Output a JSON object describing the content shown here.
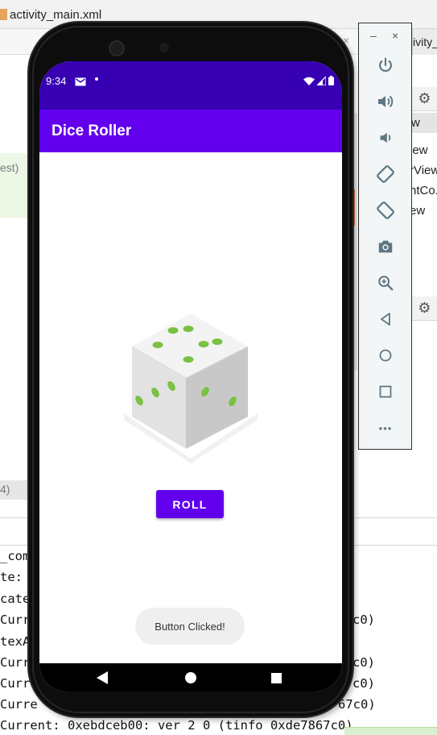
{
  "ide": {
    "tab_label": "activity_main.xml",
    "right_tab_label": "ivity_m",
    "right_header_label": "w",
    "right_list": [
      "iew",
      "rView",
      "ntCo.",
      "ew"
    ],
    "left_panel_text": "est)",
    "left_panel_bottom_text": "4)",
    "logcat_left": [
      "_com",
      "te:",
      "cate",
      "Curr",
      "texA",
      "Curr",
      "Curr",
      "Curre"
    ],
    "logcat_right": [
      "c0)",
      "c0)",
      "c0)",
      "c0)"
    ],
    "logcat_last": "Current: 0xebdceb00: ver 2 0 (tinfo 0xde7867c0)",
    "logcat_side_fragments": [
      "67c0)"
    ]
  },
  "emulator_controls": {
    "minimize": "–",
    "close": "×",
    "buttons": [
      "power-icon",
      "volume-up-icon",
      "volume-down-icon",
      "rotate-left-icon",
      "rotate-right-icon",
      "camera-icon",
      "zoom-icon",
      "back-icon",
      "home-icon",
      "overview-icon",
      "more-icon"
    ],
    "more_label": "•••"
  },
  "phone": {
    "status_bar": {
      "time": "9:34",
      "icons": [
        "mail-icon",
        "notification-dot",
        "wifi-icon",
        "signal-icon",
        "battery-icon"
      ]
    },
    "app": {
      "title": "Dice Roller",
      "roll_button_label": "ROLL",
      "dice_face_value": 6,
      "toast_text": "Button Clicked!"
    },
    "nav": [
      "back-icon",
      "home-icon",
      "overview-icon"
    ]
  },
  "colors": {
    "status_bar": "#3700b3",
    "app_bar": "#6200ee",
    "dice_pips": "#7ac143",
    "control_icons": "#5f7783"
  }
}
